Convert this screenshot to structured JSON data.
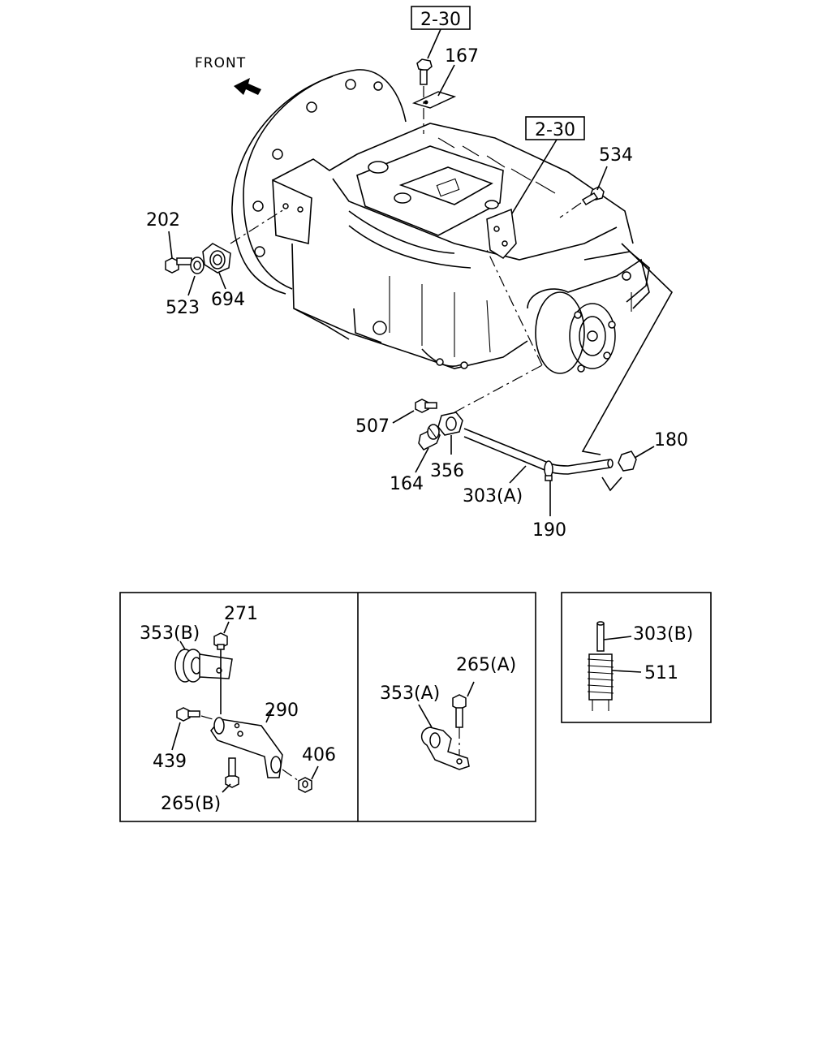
{
  "front_label": "FRONT",
  "refs": {
    "top": "2-30",
    "mid": "2-30"
  },
  "labels": {
    "p167": "167",
    "p534": "534",
    "p202": "202",
    "p523": "523",
    "p694": "694",
    "p507": "507",
    "p164": "164",
    "p356": "356",
    "p303a": "303(A)",
    "p190": "190",
    "p180": "180",
    "p271": "271",
    "p353b": "353(B)",
    "p290": "290",
    "p439": "439",
    "p406": "406",
    "p265b": "265(B)",
    "p265a": "265(A)",
    "p353a": "353(A)",
    "p303b": "303(B)",
    "p511": "511"
  },
  "icons": [
    "front-arrow-icon"
  ]
}
